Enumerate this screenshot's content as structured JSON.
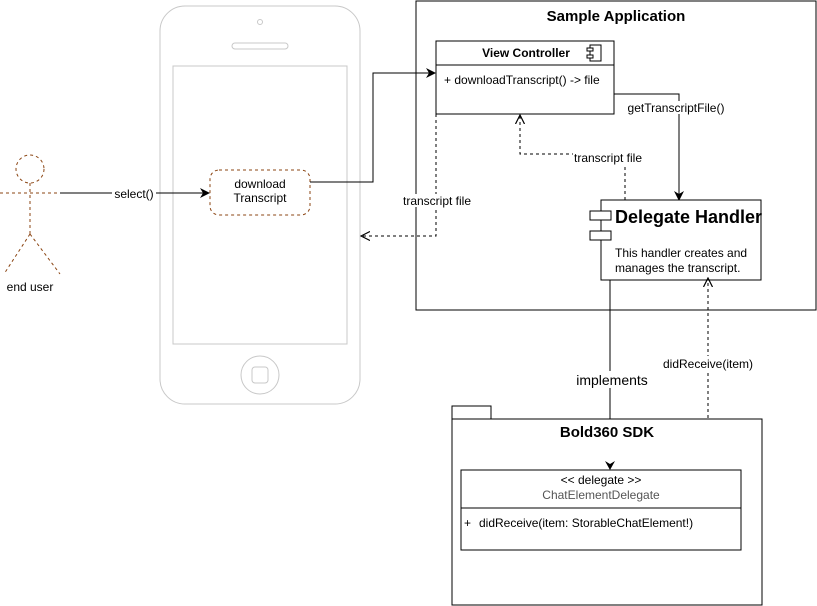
{
  "actor": {
    "label": "end user"
  },
  "phone": {
    "button_label": "download Transcript",
    "button_line1": "download",
    "button_line2": "Transcript"
  },
  "sample_app": {
    "title": "Sample Application"
  },
  "view_controller": {
    "title": "View Controller",
    "method": "+ downloadTranscript() -> file"
  },
  "delegate_handler": {
    "title": "Delegate Handler",
    "desc_line1": "This handler creates and",
    "desc_line2": "manages the transcript."
  },
  "sdk": {
    "title": "Bold360 SDK",
    "stereotype": "<< delegate >>",
    "interface_name": "ChatElementDelegate",
    "method_plus": "+",
    "method": "didReceive(item: StorableChatElement!)"
  },
  "edges": {
    "select": "select()",
    "transcript_file_left": "transcript file",
    "get_transcript_file": "getTranscriptFile()",
    "transcript_file_up": "transcript file",
    "implements": "implements",
    "did_receive": "didReceive(item)"
  },
  "colors": {
    "actor": "#8B4513",
    "phone_outline": "#C8C8C8",
    "line": "#000000"
  }
}
